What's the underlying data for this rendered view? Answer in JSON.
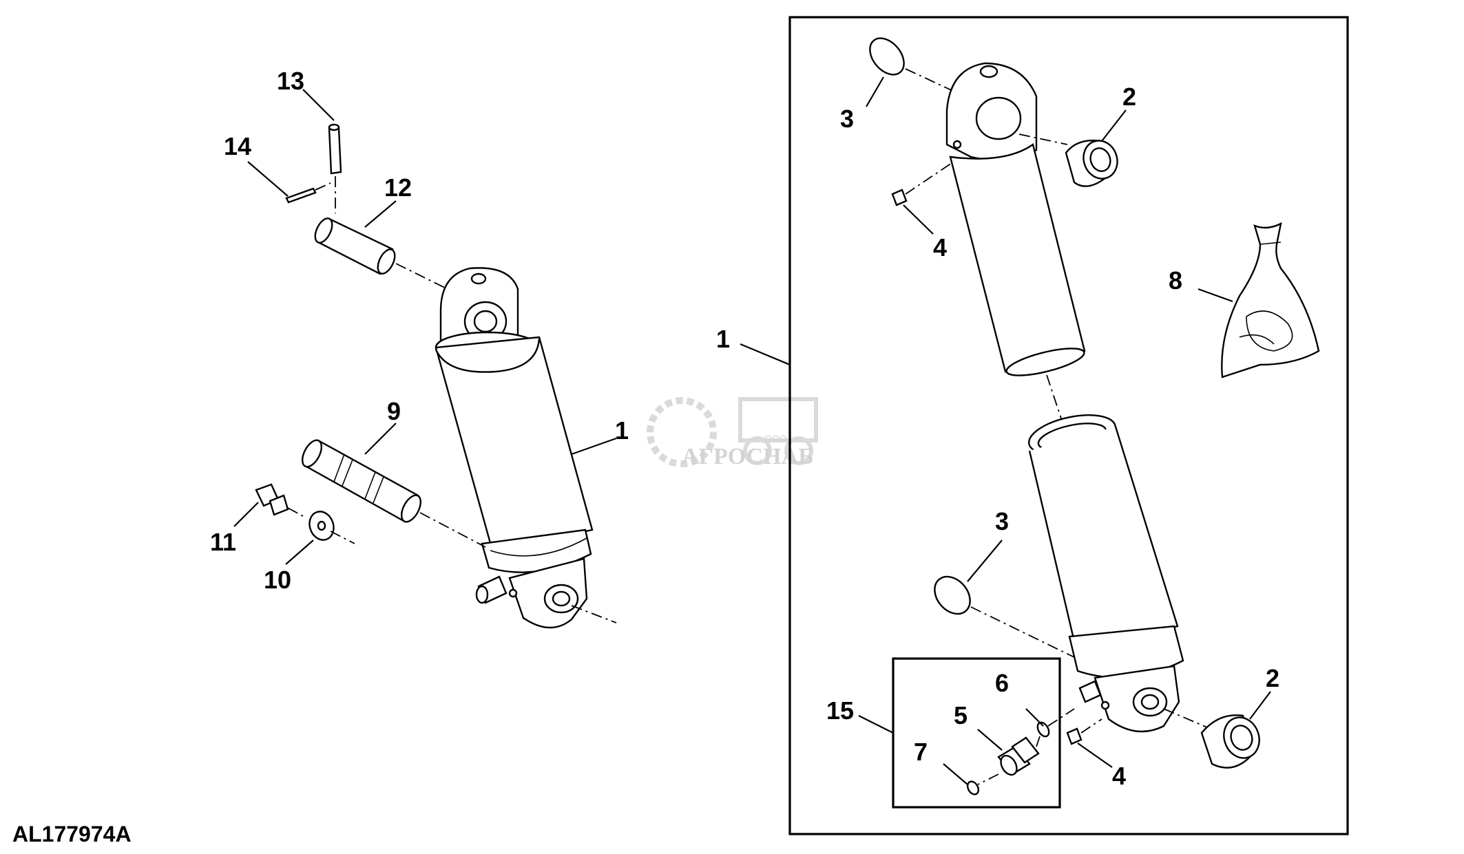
{
  "diagram": {
    "figure_code": "AL177974A",
    "watermark": {
      "brand": "АГРОСНАБ",
      "small": "ООО"
    },
    "labels": {
      "pin_13": "13",
      "pin_14": "14",
      "pin_12": "12",
      "pin_9": "9",
      "cyl_1_left": "1",
      "bolt_11": "11",
      "washer_10": "10",
      "kit_1": "1",
      "ring_3_top": "3",
      "bushing_2_top": "2",
      "fitting_4_top": "4",
      "bag_8": "8",
      "ring_3_lower": "3",
      "bushing_2_lower": "2",
      "kit_15": "15",
      "oring_6": "6",
      "adapter_5": "5",
      "oring_7": "7",
      "fitting_4_lower": "4"
    }
  }
}
